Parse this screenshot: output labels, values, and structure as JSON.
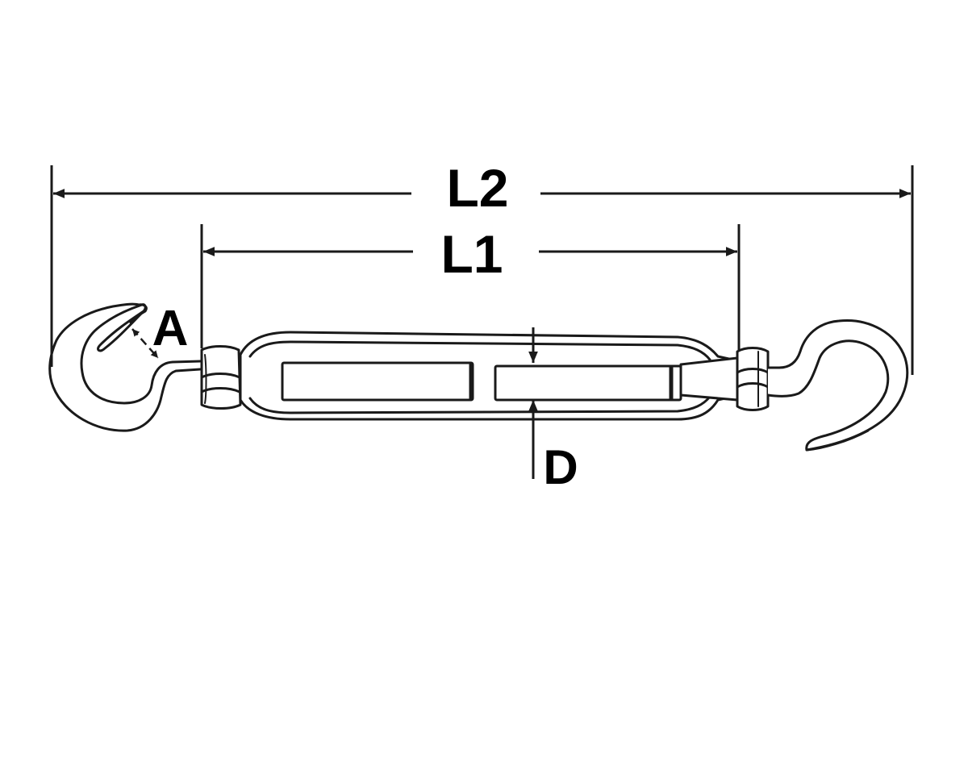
{
  "labels": {
    "l2": "L2",
    "l1": "L1",
    "a": "A",
    "d": "D"
  },
  "colors": {
    "stroke": "#1a1a1a",
    "fill": "#ffffff",
    "background": "#ffffff"
  }
}
